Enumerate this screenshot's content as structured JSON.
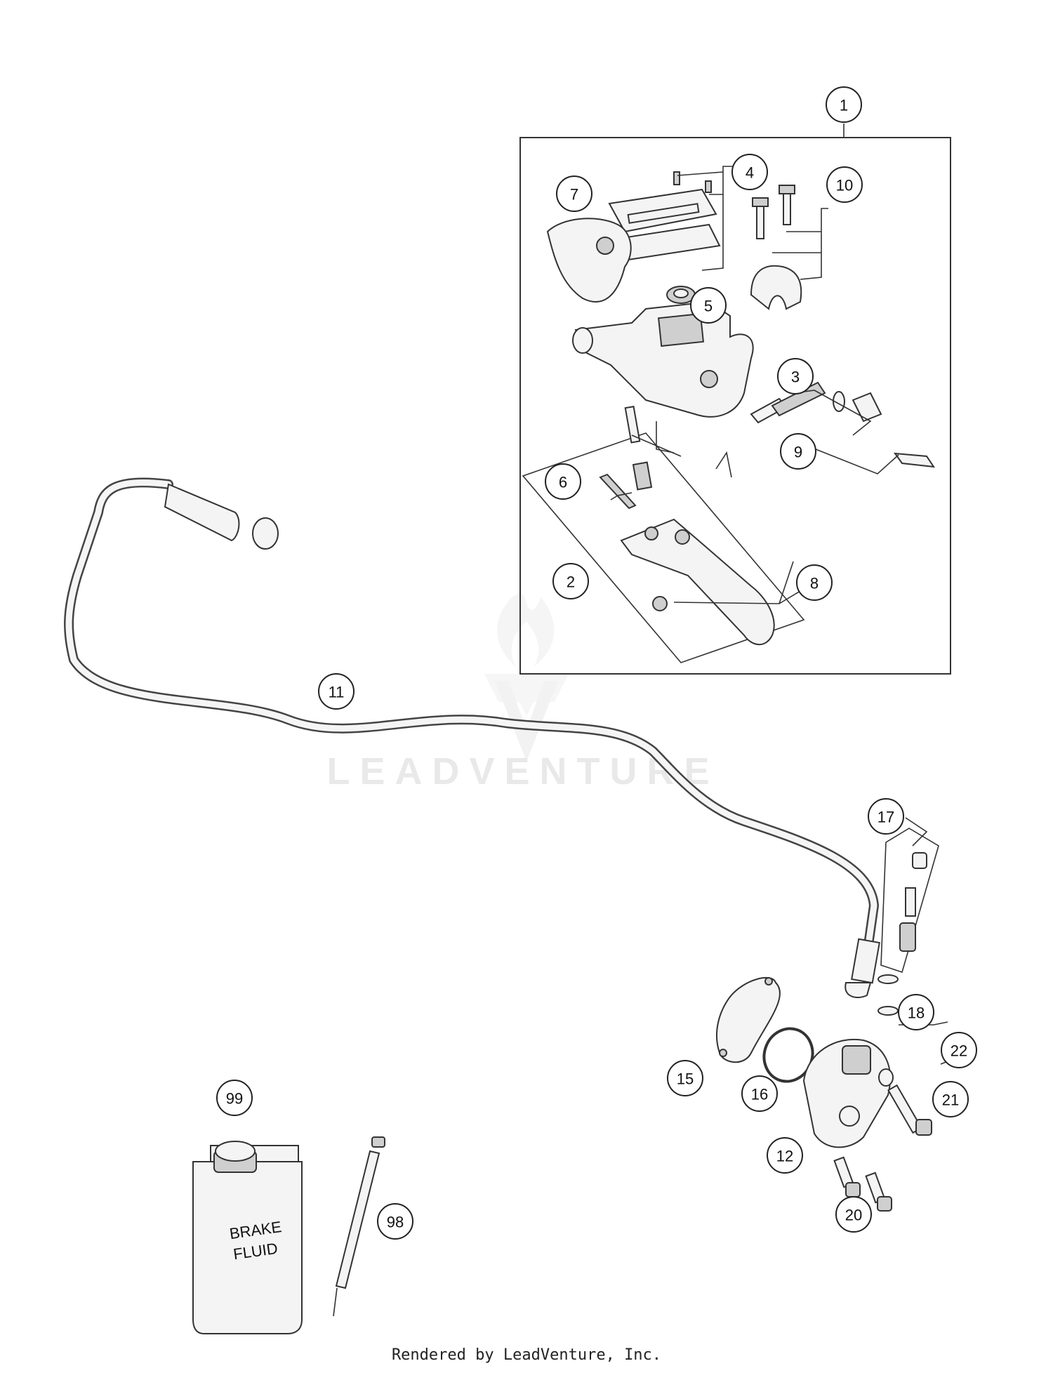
{
  "callouts": [
    {
      "id": "c1",
      "label": "1"
    },
    {
      "id": "c2",
      "label": "2"
    },
    {
      "id": "c3",
      "label": "3"
    },
    {
      "id": "c4",
      "label": "4"
    },
    {
      "id": "c5",
      "label": "5"
    },
    {
      "id": "c6",
      "label": "6"
    },
    {
      "id": "c7",
      "label": "7"
    },
    {
      "id": "c8",
      "label": "8"
    },
    {
      "id": "c9",
      "label": "9"
    },
    {
      "id": "c10",
      "label": "10"
    },
    {
      "id": "c11",
      "label": "11"
    },
    {
      "id": "c12",
      "label": "12"
    },
    {
      "id": "c15",
      "label": "15"
    },
    {
      "id": "c16",
      "label": "16"
    },
    {
      "id": "c17",
      "label": "17"
    },
    {
      "id": "c18",
      "label": "18"
    },
    {
      "id": "c20",
      "label": "20"
    },
    {
      "id": "c21",
      "label": "21"
    },
    {
      "id": "c22",
      "label": "22"
    },
    {
      "id": "c98",
      "label": "98"
    },
    {
      "id": "c99",
      "label": "99"
    }
  ],
  "bottle_label_line1": "BRAKE",
  "bottle_label_line2": "FLUID",
  "watermark": "LEADVENTURE",
  "footer": "Rendered by LeadVenture, Inc."
}
